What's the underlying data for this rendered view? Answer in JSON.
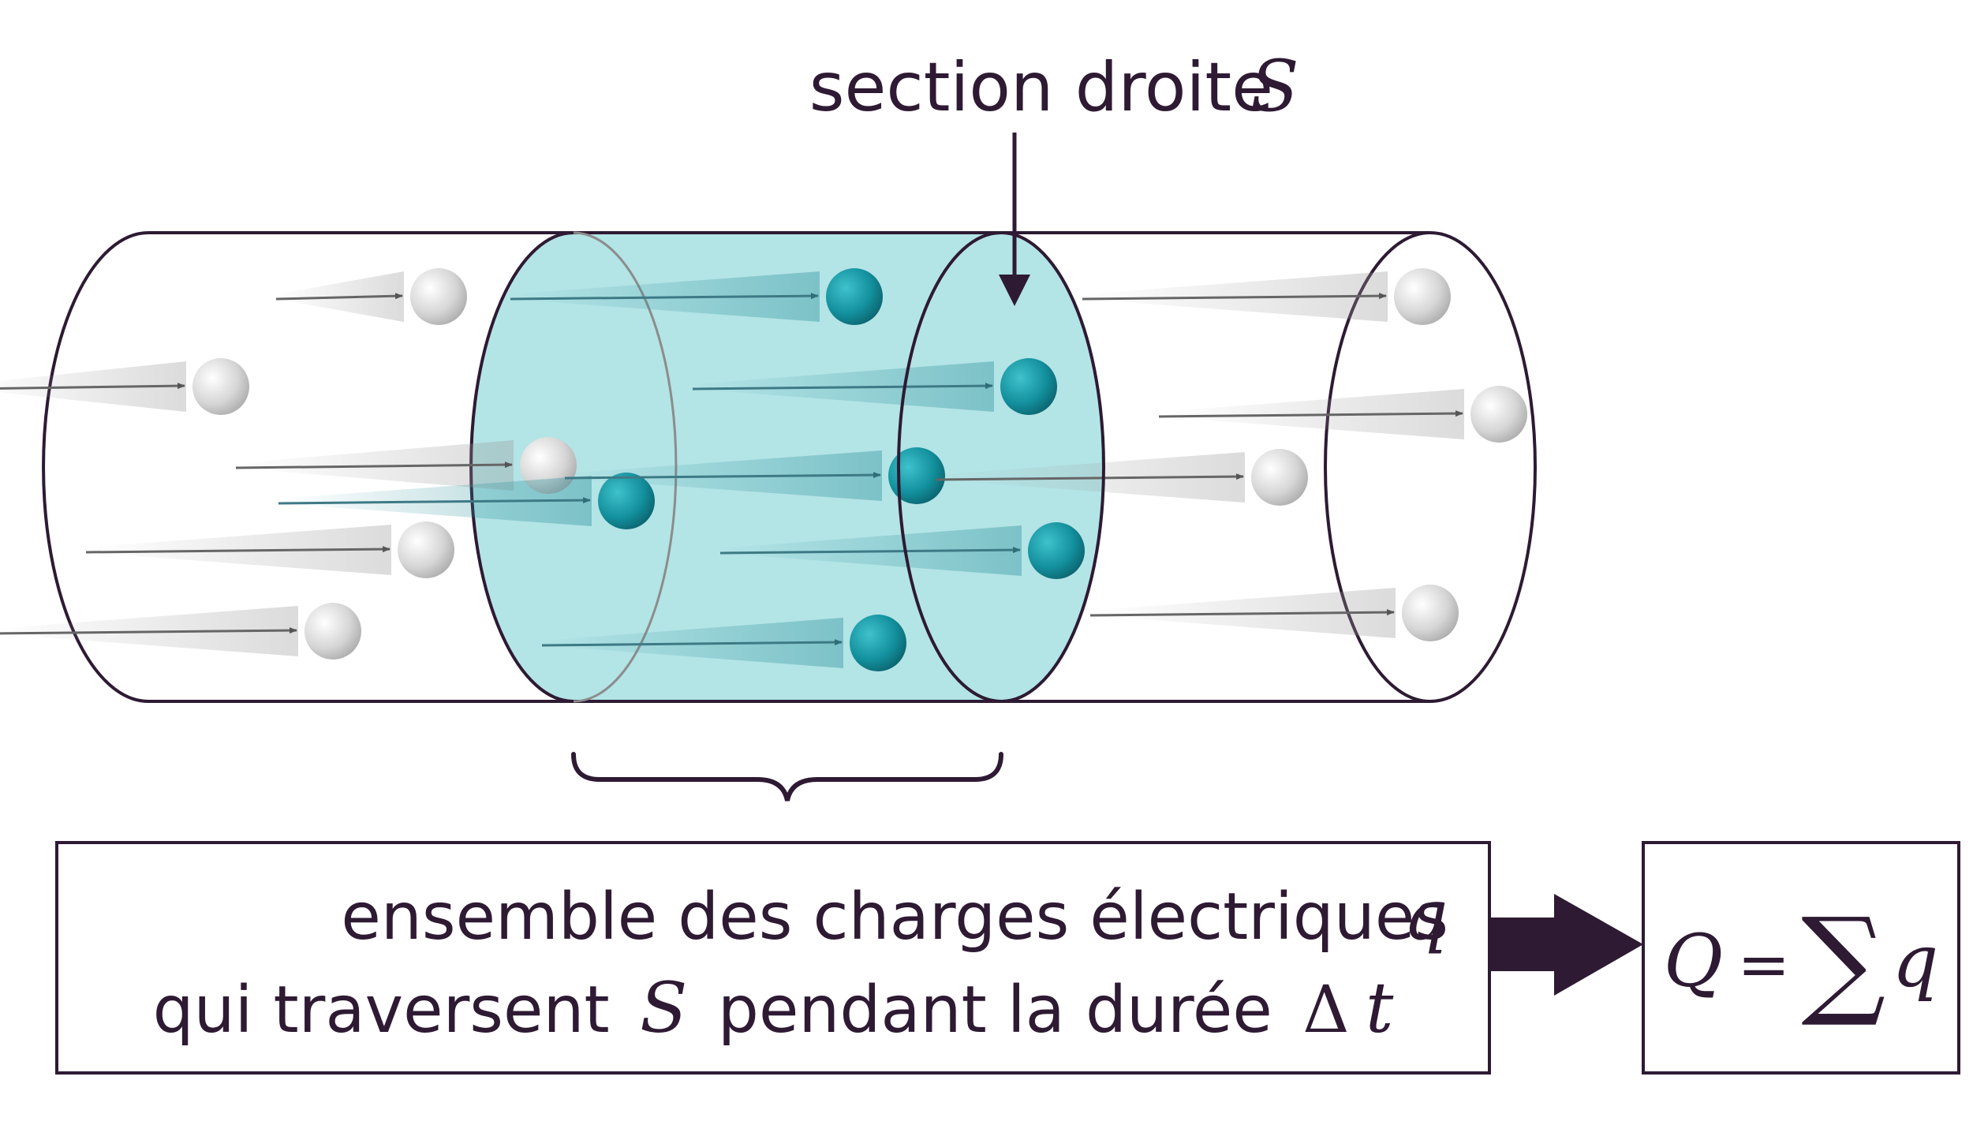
{
  "labels": {
    "section_text": "section droite",
    "section_var": "S",
    "box_line1_text": "ensemble des charges électriques",
    "box_line1_var": "q",
    "box_line2_a": "qui traversent",
    "box_line2_var": "S",
    "box_line2_b": "pendant la durée",
    "box_line2_delta": "Δ",
    "box_line2_t": "t",
    "formula_Q": "Q",
    "formula_eq": "=",
    "formula_sum": "∑",
    "formula_q": "q"
  },
  "colors": {
    "outline": "#2e1a33",
    "highlight": "#b3e4e6",
    "charge_inside": "#1a8e9c",
    "charge_outside": "#cfcfcf",
    "arrow_inside": "#3d7a85",
    "arrow_outside": "#666666"
  },
  "charges": [
    {
      "region": "outside"
    },
    {
      "region": "outside"
    },
    {
      "region": "outside"
    },
    {
      "region": "outside"
    },
    {
      "region": "outside"
    },
    {
      "region": "inside"
    },
    {
      "region": "inside"
    },
    {
      "region": "inside"
    },
    {
      "region": "inside"
    },
    {
      "region": "inside"
    },
    {
      "region": "inside"
    },
    {
      "region": "outside"
    },
    {
      "region": "outside"
    },
    {
      "region": "outside"
    },
    {
      "region": "outside"
    }
  ]
}
